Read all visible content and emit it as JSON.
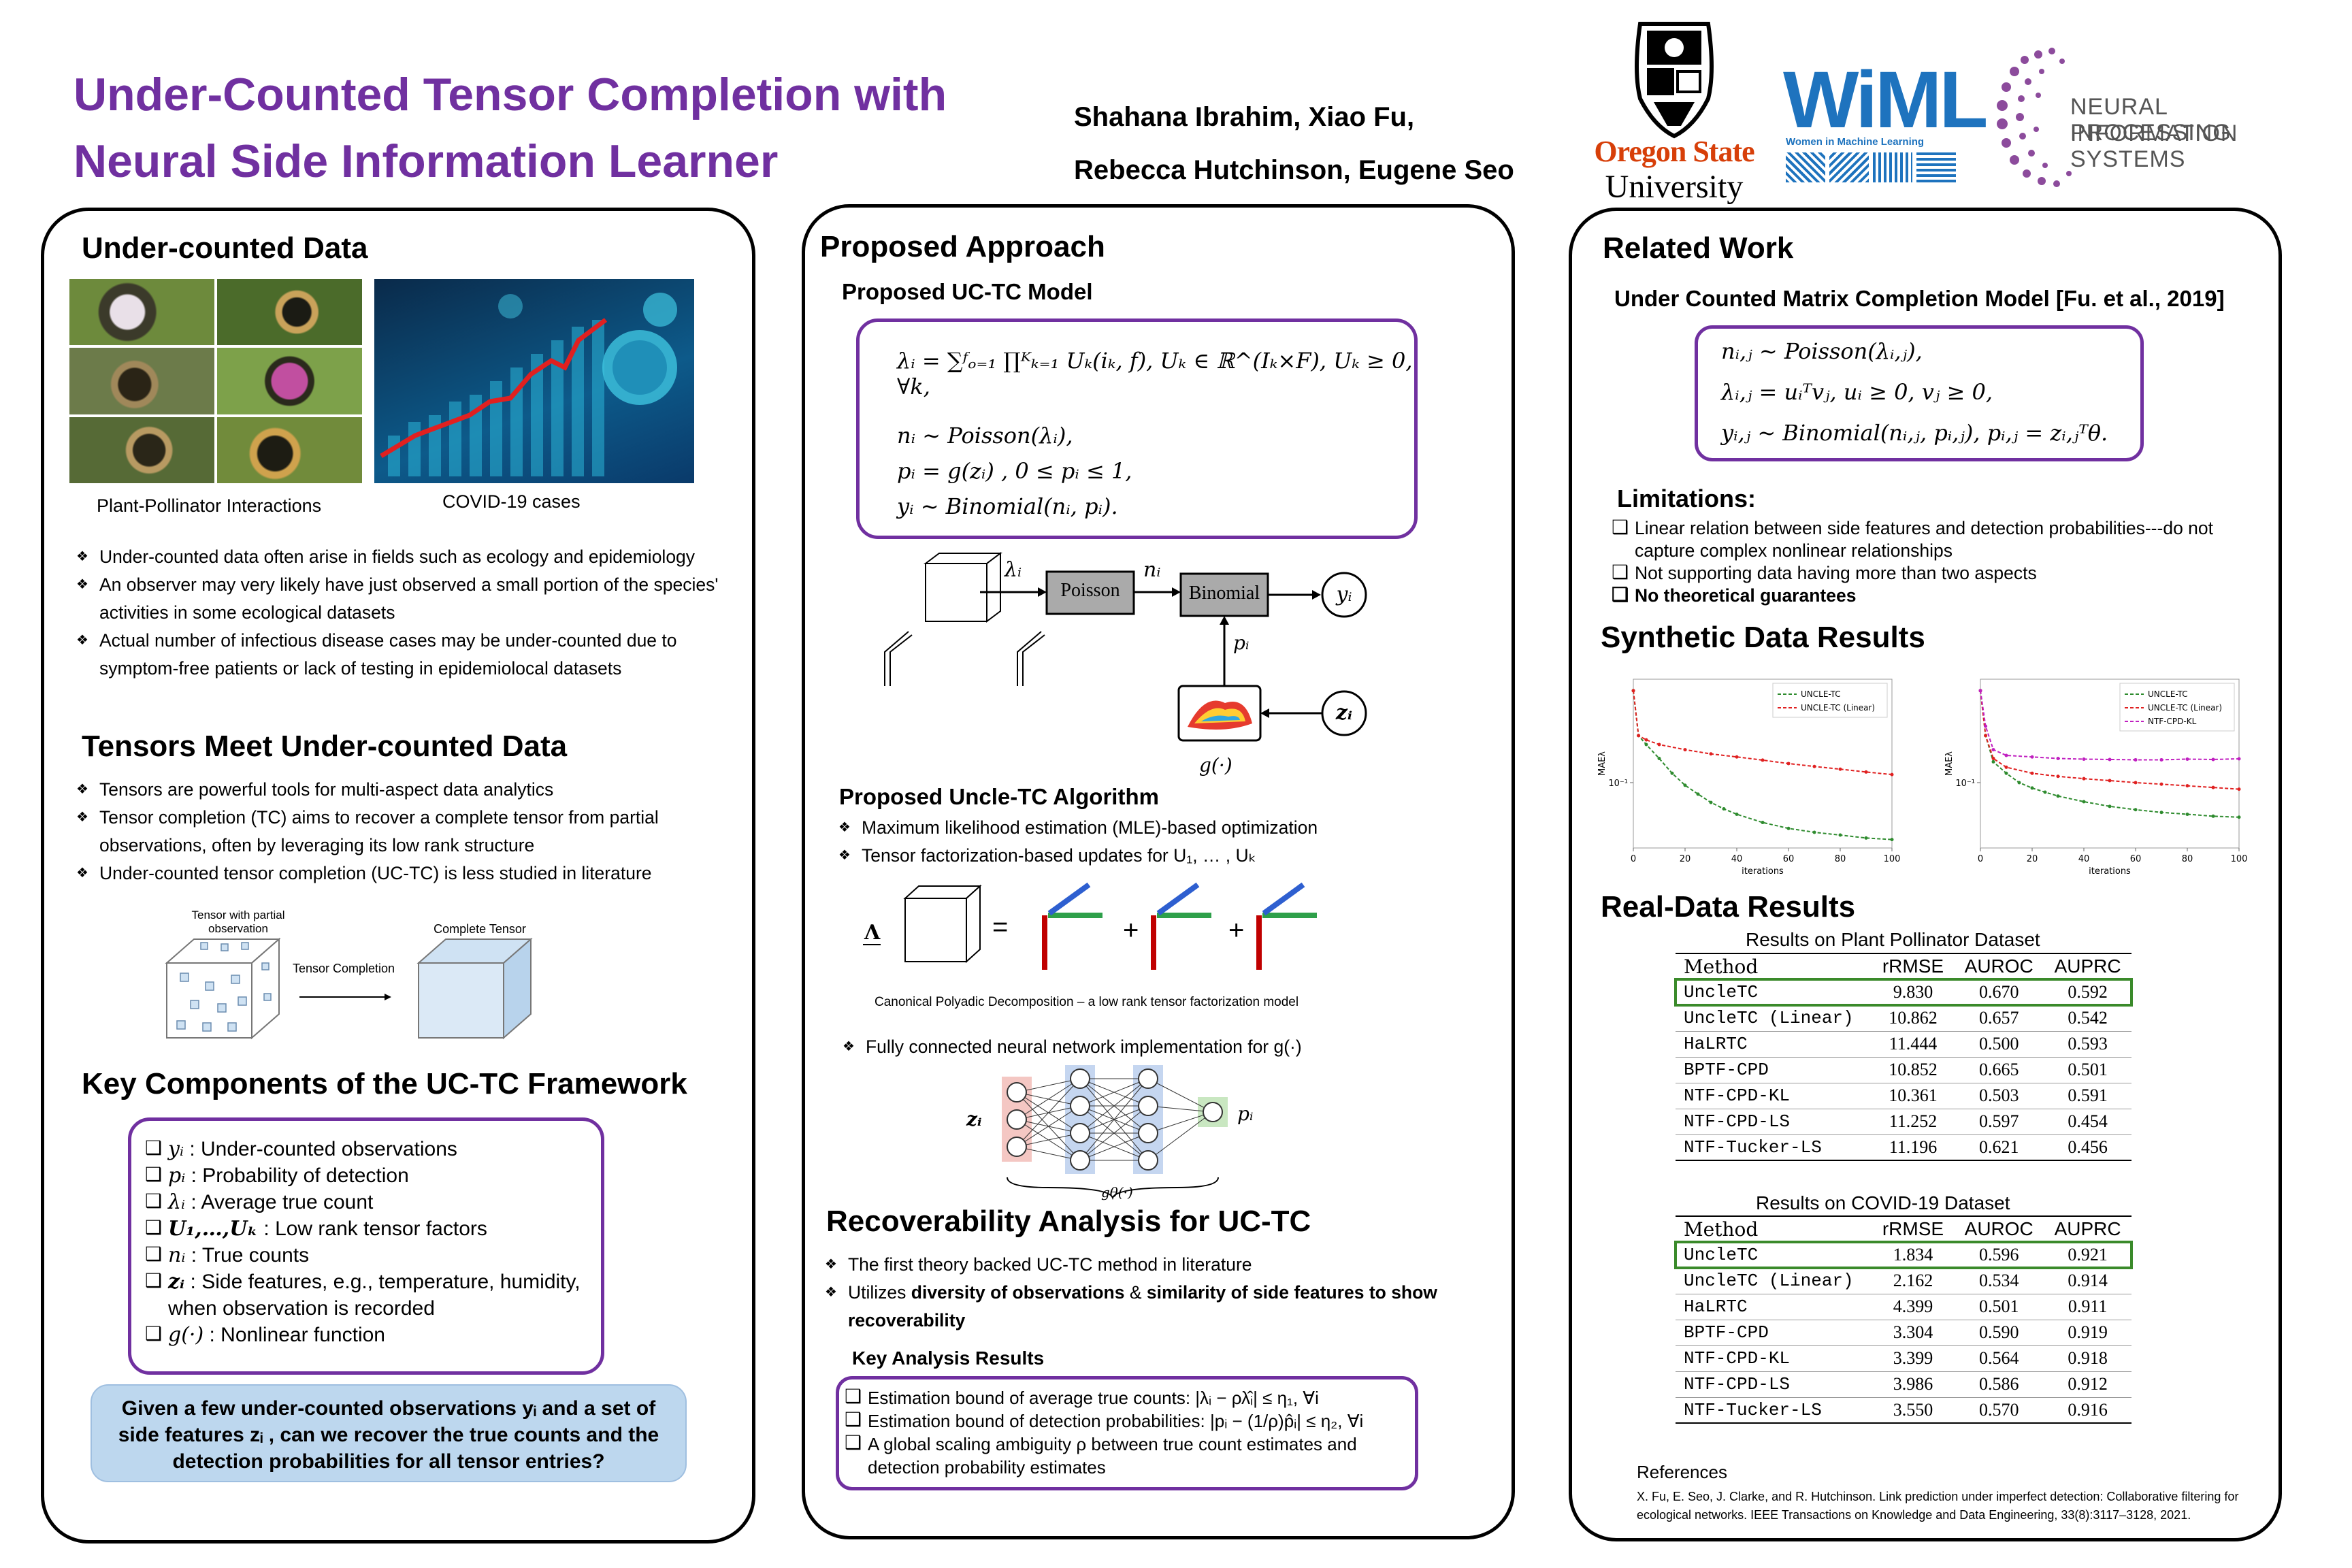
{
  "header": {
    "title_line1": "Under-Counted Tensor Completion with",
    "title_line2": "Neural Side Information Learner",
    "authors_line1": "Shahana Ibrahim, Xiao Fu,",
    "authors_line2": "Rebecca Hutchinson, Eugene Seo",
    "osu_name1": "Oregon State",
    "osu_name2": "University",
    "wiml_name": "WiML",
    "wiml_sub": "Women in Machine Learning",
    "neurips_line1": "NEURAL INFORMATION",
    "neurips_line2": "PROCESSING SYSTEMS"
  },
  "left": {
    "h_undercounted": "Under-counted Data",
    "cap_pollinator": "Plant-Pollinator Interactions",
    "cap_covid": "COVID-19 cases",
    "bullets1": [
      "Under-counted data often arise in fields such as ecology and epidemiology",
      "An observer may very likely have just observed a small portion of the species' activities in some ecological datasets",
      "Actual number of infectious disease cases may be under-counted due to symptom-free patients or lack of testing in epidemiolocal datasets"
    ],
    "h_tensors": "Tensors Meet Under-counted Data",
    "bullets2": [
      "Tensors are powerful tools for multi-aspect data analytics",
      "Tensor completion (TC) aims to recover a complete tensor from partial observations, often by leveraging its low rank structure",
      "Under-counted tensor completion (UC-TC) is less studied in literature"
    ],
    "fig_partial": "Tensor with partial observation",
    "fig_tc": "Tensor Completion",
    "fig_complete": "Complete Tensor",
    "h_components": "Key Components of the UC-TC Framework",
    "components": [
      {
        "sym": "yᵢ",
        "text": " : Under-counted observations"
      },
      {
        "sym": "pᵢ",
        "text": " : Probability of detection"
      },
      {
        "sym": "λᵢ",
        "text": " : Average true count"
      },
      {
        "sym": "U₁,…,Uₖ",
        "text": " : Low rank tensor factors"
      },
      {
        "sym": "nᵢ",
        "text": " : True counts"
      },
      {
        "sym": "zᵢ",
        "text": " : Side features, e.g., temperature, humidity, when observation is recorded"
      },
      {
        "sym": "g(·)",
        "text": " : Nonlinear function"
      }
    ],
    "question": "Given a few under-counted observations yᵢ and a set of side features zᵢ , can we recover the true counts and the detection probabilities for all tensor entries?"
  },
  "middle": {
    "h_approach": "Proposed Approach",
    "h_model": "Proposed UC-TC Model",
    "eq_model": [
      "λᵢ = ∑ᶠₒ₌₁ ∏ᴷₖ₌₁ Uₖ(iₖ, f),  Uₖ ∈ ℝ^(Iₖ×F), Uₖ ≥ 0, ∀k,",
      "nᵢ ~ Poisson(λᵢ),",
      "pᵢ = g(zᵢ) ,  0 ≤ pᵢ ≤ 1,",
      "yᵢ ~ Binomial(nᵢ, pᵢ)."
    ],
    "diag_lambda": "λᵢ",
    "diag_poisson": "Poisson",
    "diag_n": "nᵢ",
    "diag_binomial": "Binomial",
    "diag_y": "yᵢ",
    "diag_p": "pᵢ",
    "diag_z": "zᵢ",
    "diag_g": "g(·)",
    "h_algo": "Proposed Uncle-TC Algorithm",
    "algo_bullets": [
      "Maximum likelihood estimation (MLE)-based optimization",
      "Tensor factorization-based updates for U₁, … , Uₖ"
    ],
    "cpd_caption": "Canonical Polyadic Decomposition – a low rank tensor factorization model",
    "nn_bullet": "Fully connected neural network implementation for g(·)",
    "nn_in": "zᵢ",
    "nn_out": "pᵢ",
    "nn_g": "gθ(·)",
    "h_recover": "Recoverability Analysis for UC-TC",
    "rec_b1": "The first theory backed UC-TC method in literature",
    "rec_b2_a": "Utilizes ",
    "rec_b2_b": "diversity of observations",
    "rec_b2_c": " & ",
    "rec_b2_d": "similarity of side features to show recoverability",
    "h_key": "Key Analysis Results",
    "key_items": [
      "Estimation bound of average true counts: |λᵢ − ρλ̂ᵢ| ≤ η₁, ∀i",
      "Estimation bound of detection probabilities: |pᵢ − (1/ρ)p̂ᵢ| ≤ η₂, ∀i",
      "A global scaling ambiguity ρ between true count estimates and detection probability estimates"
    ]
  },
  "right": {
    "h_related": "Related Work",
    "h_ucmc": "Under Counted Matrix Completion Model [Fu. et al., 2019]",
    "eq_ucmc": [
      "nᵢ,ⱼ ~ Poisson(λᵢ,ⱼ),",
      "λᵢ,ⱼ = uᵢᵀvⱼ,  uᵢ ≥ 0, vⱼ ≥ 0,",
      "yᵢ,ⱼ ~ Binomial(nᵢ,ⱼ, pᵢ,ⱼ),  pᵢ,ⱼ = zᵢ,ⱼᵀθ."
    ],
    "h_limits": "Limitations:",
    "limits": [
      "Linear relation between side features and detection probabilities---do not capture complex nonlinear relationships",
      "Not supporting data having more than two aspects",
      "No theoretical guarantees"
    ],
    "h_synth": "Synthetic Data Results",
    "h_real": "Real-Data Results",
    "table1_title": "Results on Plant Pollinator Dataset",
    "table2_title": "Results on COVID-19 Dataset",
    "table_cols": [
      "Method",
      "rRMSE",
      "AUROC",
      "AUPRC"
    ],
    "table1_rows": [
      [
        "UncleTC",
        "9.830",
        "0.670",
        "0.592"
      ],
      [
        "UncleTC (Linear)",
        "10.862",
        "0.657",
        "0.542"
      ],
      [
        "HaLRTC",
        "11.444",
        "0.500",
        "0.593"
      ],
      [
        "BPTF-CPD",
        "10.852",
        "0.665",
        "0.501"
      ],
      [
        "NTF-CPD-KL",
        "10.361",
        "0.503",
        "0.591"
      ],
      [
        "NTF-CPD-LS",
        "11.252",
        "0.597",
        "0.454"
      ],
      [
        "NTF-Tucker-LS",
        "11.196",
        "0.621",
        "0.456"
      ]
    ],
    "table2_rows": [
      [
        "UncleTC",
        "1.834",
        "0.596",
        "0.921"
      ],
      [
        "UncleTC (Linear)",
        "2.162",
        "0.534",
        "0.914"
      ],
      [
        "HaLRTC",
        "4.399",
        "0.501",
        "0.911"
      ],
      [
        "BPTF-CPD",
        "3.304",
        "0.590",
        "0.919"
      ],
      [
        "NTF-CPD-KL",
        "3.399",
        "0.564",
        "0.918"
      ],
      [
        "NTF-CPD-LS",
        "3.986",
        "0.586",
        "0.912"
      ],
      [
        "NTF-Tucker-LS",
        "3.550",
        "0.570",
        "0.916"
      ]
    ],
    "refs_title": "References",
    "ref_text": "X. Fu, E. Seo, J. Clarke, and R. Hutchinson. Link prediction under imperfect detection: Collaborative filtering for ecological networks. IEEE Transactions on Knowledge and Data Engineering, 33(8):3117–3128, 2021."
  },
  "chart_data": [
    {
      "type": "line",
      "xlabel": "iterations",
      "ylabel": "MAEλ",
      "xlim": [
        0,
        100
      ],
      "x_ticks": [
        "0",
        "20",
        "40",
        "60",
        "80",
        "100"
      ],
      "y_ticks": [
        "10⁻¹"
      ],
      "y_scale": "log",
      "legend": "top-right",
      "series": [
        {
          "name": "UNCLE-TC",
          "color": "#2e8b2e",
          "x": [
            0,
            2,
            5,
            10,
            15,
            20,
            25,
            30,
            35,
            40,
            50,
            60,
            70,
            80,
            90,
            100
          ],
          "y": [
            0.6,
            0.25,
            0.21,
            0.16,
            0.12,
            0.095,
            0.08,
            0.068,
            0.06,
            0.054,
            0.046,
            0.041,
            0.038,
            0.036,
            0.034,
            0.033
          ]
        },
        {
          "name": "UNCLE-TC (Linear)",
          "color": "#e02020",
          "x": [
            0,
            2,
            5,
            10,
            20,
            30,
            40,
            50,
            60,
            70,
            80,
            90,
            100
          ],
          "y": [
            0.6,
            0.25,
            0.23,
            0.21,
            0.19,
            0.175,
            0.165,
            0.155,
            0.145,
            0.137,
            0.13,
            0.123,
            0.117
          ]
        }
      ]
    },
    {
      "type": "line",
      "xlabel": "iterations",
      "ylabel": "MAEλ",
      "xlim": [
        0,
        100
      ],
      "x_ticks": [
        "0",
        "20",
        "40",
        "60",
        "80",
        "100"
      ],
      "y_ticks": [
        "10⁻¹"
      ],
      "y_scale": "log",
      "legend": "top-right",
      "series": [
        {
          "name": "UNCLE-TC",
          "color": "#2e8b2e",
          "x": [
            0,
            2,
            5,
            10,
            15,
            20,
            25,
            30,
            40,
            50,
            60,
            70,
            80,
            90,
            100
          ],
          "y": [
            0.6,
            0.25,
            0.15,
            0.12,
            0.1,
            0.09,
            0.083,
            0.077,
            0.069,
            0.063,
            0.059,
            0.056,
            0.054,
            0.052,
            0.051
          ]
        },
        {
          "name": "UNCLE-TC (Linear)",
          "color": "#e02020",
          "x": [
            0,
            2,
            5,
            10,
            20,
            30,
            40,
            50,
            60,
            70,
            80,
            90,
            100
          ],
          "y": [
            0.6,
            0.25,
            0.16,
            0.135,
            0.12,
            0.113,
            0.108,
            0.104,
            0.1,
            0.097,
            0.094,
            0.091,
            0.088
          ]
        },
        {
          "name": "NTF-CPD-KL",
          "color": "#c020c0",
          "x": [
            0,
            2,
            5,
            10,
            20,
            30,
            40,
            50,
            60,
            70,
            80,
            90,
            100
          ],
          "y": [
            0.6,
            0.3,
            0.19,
            0.17,
            0.165,
            0.16,
            0.158,
            0.157,
            0.156,
            0.156,
            0.158,
            0.157,
            0.159
          ]
        }
      ]
    }
  ]
}
